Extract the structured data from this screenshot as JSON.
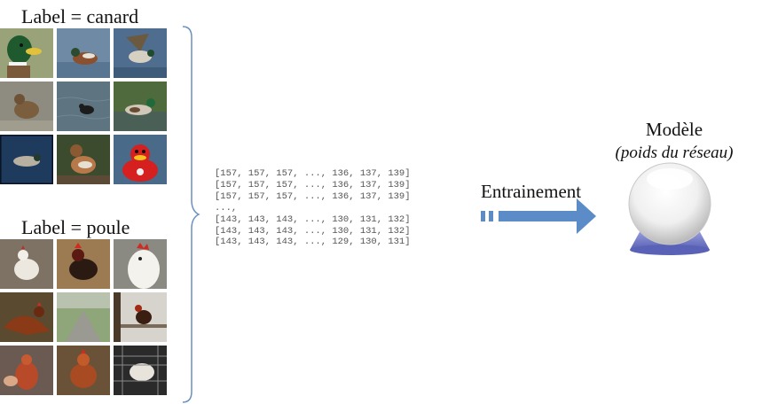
{
  "groups": [
    {
      "label": "Label = canard",
      "images": [
        "mallard-duck-head",
        "duck-swimming",
        "duck-flying",
        "female-mallard",
        "duck-in-water",
        "mallard-swimming",
        "duck-dark-water",
        "duck-on-ground",
        "rubber-duck"
      ]
    },
    {
      "label": "Label = poule",
      "images": [
        "white-hen",
        "dark-rooster",
        "white-hen-head",
        "rooster-spread-wings",
        "road-scene",
        "rooster-on-fence",
        "hen-in-hands",
        "red-hen",
        "hen-in-cage"
      ]
    }
  ],
  "matrix": {
    "rows": [
      "[157, 157, 157, ..., 136, 137, 139]",
      "[157, 157, 157, ..., 136, 137, 139]",
      "[157, 157, 157, ..., 136, 137, 139]",
      "...,",
      "[143, 143, 143, ..., 130, 131, 132]",
      "[143, 143, 143, ..., 130, 131, 132]",
      "[143, 143, 143, ..., 129, 130, 131]"
    ]
  },
  "process": {
    "label": "Entrainement",
    "arrow_color": "#5b8cc8"
  },
  "model": {
    "title": "Modèle",
    "subtitle": "(poids du réseau)"
  },
  "icons": [
    "crystal-ball-icon",
    "right-arrow-icon",
    "curly-brace-icon"
  ]
}
